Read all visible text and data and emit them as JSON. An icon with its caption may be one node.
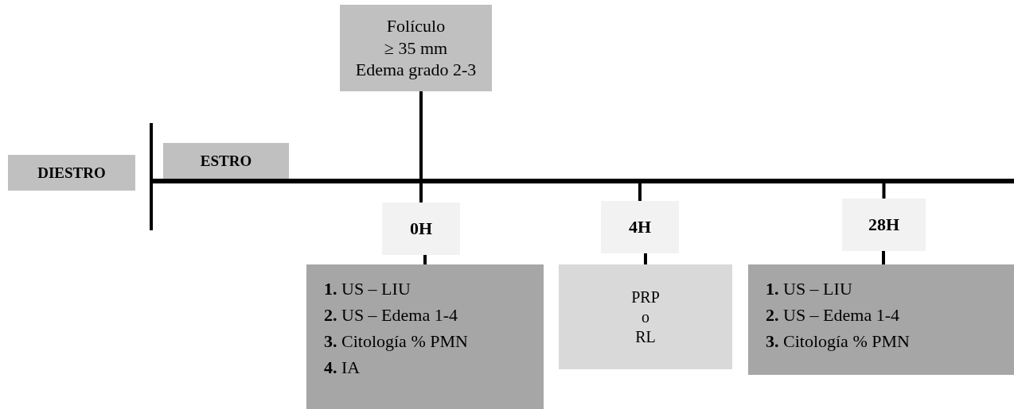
{
  "diagram": {
    "nodes": [
      {
        "text": [
          "DIESTRO"
        ]
      },
      {
        "text": [
          "ESTRO"
        ]
      },
      {
        "text": [
          "Folículo",
          "≥ 35 mm",
          "Edema grado 2-3"
        ]
      },
      {
        "text": [],
        "shape": "bar"
      },
      {
        "text": [
          "0H"
        ]
      },
      {
        "text": [
          "4H"
        ]
      },
      {
        "text": [
          "28H"
        ]
      },
      {
        "text": [
          "**1.** US – LIU",
          "**2.** US – Edema 1-4",
          "**3.** Citología % PMN",
          "**4.** IA"
        ]
      },
      {
        "text": [
          "PRP",
          "o",
          "RL"
        ]
      },
      {
        "text": [
          "**1.** US – LIU",
          "**2.** US – Edema 1-4",
          "**3.** Citología % PMN"
        ]
      }
    ],
    "edges": [
      {
        "from": 2,
        "to": 4,
        "arrow": "none"
      },
      {
        "from": 3,
        "to": 5,
        "arrow": "none"
      },
      {
        "from": 3,
        "to": 6,
        "arrow": "none"
      },
      {
        "from": 4,
        "to": 7,
        "arrow": "none"
      },
      {
        "from": 5,
        "to": 8,
        "arrow": "none"
      },
      {
        "from": 6,
        "to": 9,
        "arrow": "none"
      }
    ]
  }
}
